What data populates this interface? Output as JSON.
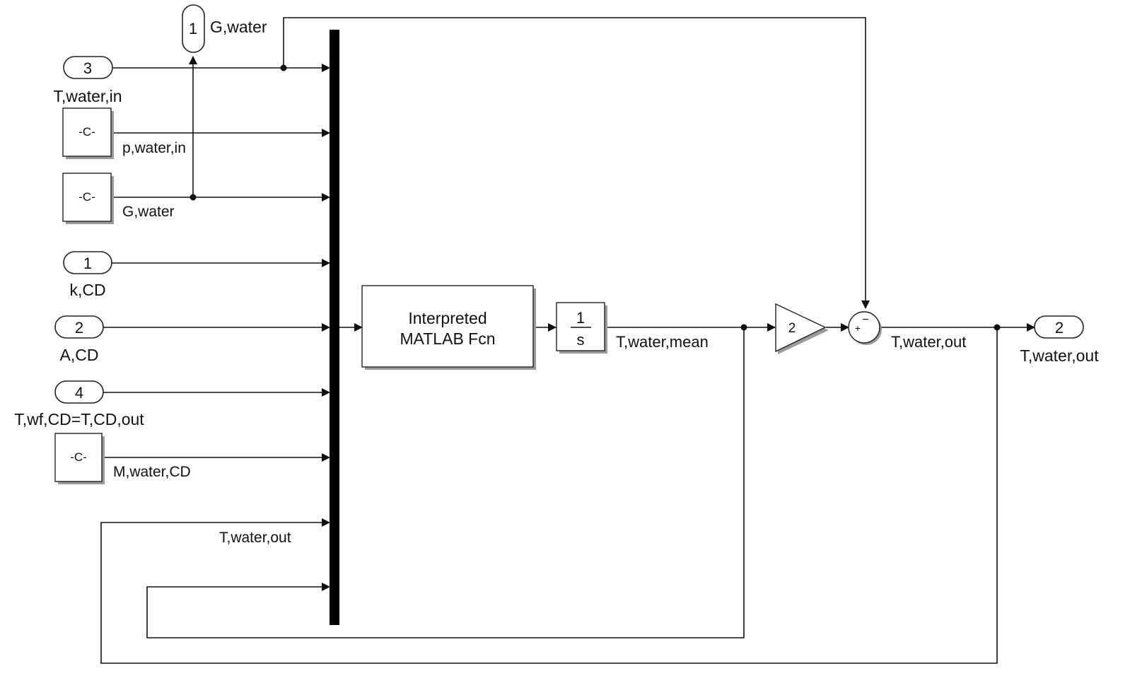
{
  "inports": [
    {
      "number": "3",
      "label": "T,water,in"
    },
    {
      "number": "1",
      "label": "k,CD"
    },
    {
      "number": "2",
      "label": "A,CD"
    },
    {
      "number": "4",
      "label": "T,wf,CD=T,CD,out"
    }
  ],
  "constants": [
    {
      "symbol": "-C-",
      "label": "p,water,in"
    },
    {
      "symbol": "-C-",
      "label": "G,water"
    },
    {
      "symbol": "-C-",
      "label": "M,water,CD"
    }
  ],
  "goto_top": {
    "number": "1",
    "label": "G,water"
  },
  "mux_feedback_label": "T,water,out",
  "matlab_fcn": {
    "line1": "Interpreted",
    "line2": "MATLAB Fcn"
  },
  "integrator": {
    "num": "1",
    "den": "s"
  },
  "integrator_out_label": "T,water,mean",
  "gain": {
    "value": "2"
  },
  "sum": {
    "plus": "+",
    "minus": "−"
  },
  "sum_out_label": "T,water,out",
  "outport": {
    "number": "2",
    "label": "T,water,out"
  }
}
